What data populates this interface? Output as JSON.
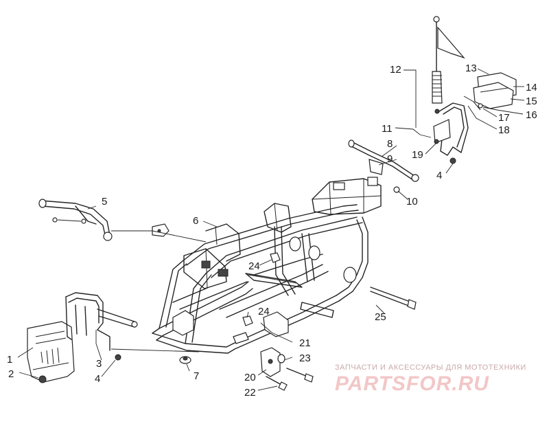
{
  "callouts": [
    {
      "id": "1",
      "label": "1"
    },
    {
      "id": "2",
      "label": "2"
    },
    {
      "id": "3",
      "label": "3"
    },
    {
      "id": "4a",
      "label": "4"
    },
    {
      "id": "4b",
      "label": "4"
    },
    {
      "id": "5",
      "label": "5"
    },
    {
      "id": "6",
      "label": "6"
    },
    {
      "id": "7",
      "label": "7"
    },
    {
      "id": "8",
      "label": "8"
    },
    {
      "id": "9",
      "label": "9"
    },
    {
      "id": "10",
      "label": "10"
    },
    {
      "id": "11",
      "label": "11"
    },
    {
      "id": "12",
      "label": "12"
    },
    {
      "id": "13",
      "label": "13"
    },
    {
      "id": "14",
      "label": "14"
    },
    {
      "id": "15",
      "label": "15"
    },
    {
      "id": "16",
      "label": "16"
    },
    {
      "id": "17",
      "label": "17"
    },
    {
      "id": "18",
      "label": "18"
    },
    {
      "id": "19",
      "label": "19"
    },
    {
      "id": "20",
      "label": "20"
    },
    {
      "id": "21",
      "label": "21"
    },
    {
      "id": "22",
      "label": "22"
    },
    {
      "id": "23",
      "label": "23"
    },
    {
      "id": "24a",
      "label": "24"
    },
    {
      "id": "24b",
      "label": "24"
    },
    {
      "id": "25",
      "label": "25"
    }
  ],
  "watermark": {
    "tagline": "ЗАПЧАСТИ И АКСЕССУАРЫ ДЛЯ МОТОТЕХНИКИ",
    "logo": "PARTSFOR.RU"
  },
  "colors": {
    "line": "#222222",
    "background": "#ffffff",
    "watermark_logo": "#f2c7c7",
    "watermark_text": "#c9a9a9"
  }
}
